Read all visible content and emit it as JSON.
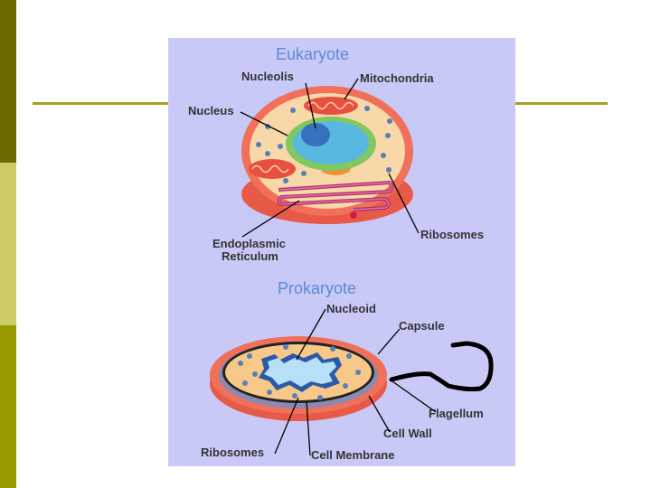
{
  "colors": {
    "sidebar_dark": "#6b6b00",
    "sidebar_light": "#cccc66",
    "sidebar_mid": "#999900",
    "rule": "#a8a020",
    "figure_bg": "#c9c9f8",
    "title": "#5a8ad0",
    "cell_outer": "#f0705a",
    "cytoplasm": "#f8d8a8",
    "nucleus": "#58b8e0",
    "nucleolus": "#3870c0",
    "er": "#b03070",
    "ribosome": "#5880b8",
    "mitochondria": "#e85040"
  },
  "eukaryote": {
    "title": "Eukaryote",
    "labels": {
      "nucleolis": "Nucleolis",
      "mitochondria": "Mitochondria",
      "nucleus": "Nucleus",
      "er_line1": "Endoplasmic",
      "er_line2": "Reticulum",
      "ribosomes": "Ribosomes"
    }
  },
  "prokaryote": {
    "title": "Prokaryote",
    "labels": {
      "nucleoid": "Nucleoid",
      "capsule": "Capsule",
      "flagellum": "Flagellum",
      "cell_wall": "Cell Wall",
      "ribosomes": "Ribosomes",
      "cell_membrane": "Cell Membrane"
    }
  }
}
